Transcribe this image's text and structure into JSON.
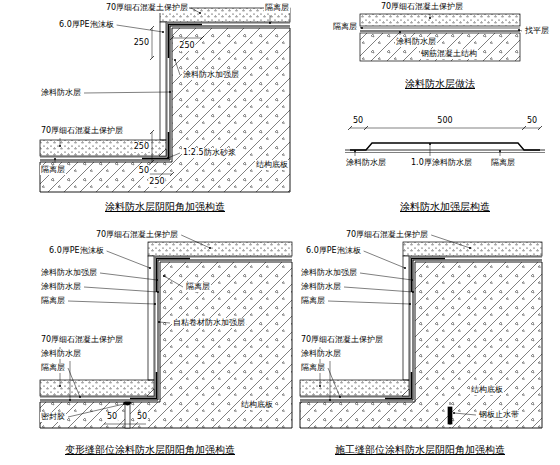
{
  "diagram": {
    "labels": [
      "70厚细石混凝土保护层",
      "6.0厚PE泡沫板",
      "隔离层",
      "250",
      "250",
      "涂料防水层",
      "涂料防水加强层",
      "250",
      "50",
      "1:2.5防水砂浆",
      "250",
      "70厚细石混凝土保护层",
      "隔离层",
      "结构底板",
      "涂料防水层阴阳角加强构造",
      "70厚细石混凝土保护层",
      "隔离层",
      "找平层",
      "涂料防水层",
      "钢筋混凝土结构",
      "涂料防水层做法",
      "50",
      "500",
      "50",
      "涂料防水层",
      "1.0厚涂料防水层",
      "隔离层",
      "涂料防水加强层构造",
      "70厚细石混凝土保护层",
      "6.0厚PE泡沫板",
      "涂料防水加强层",
      "涂料防水层",
      "隔离层",
      "自粘卷材防水加强层",
      "隔离层",
      "70厚细石混凝土保护层",
      "涂料防水层",
      "隔离层",
      "密封胶",
      "50",
      "50",
      "结构底板",
      "变形缝部位涂料防水层阴阳角加强构造",
      "70厚细石混凝土保护层",
      "6.0厚PE泡沫板",
      "涂料防水加强层",
      "涂料防水层",
      "隔离层",
      "70厚细石混凝土保护层",
      "涂料防水层",
      "隔离层",
      "结构底板",
      "钢板止水带",
      "施工缝部位涂料防水层阴阳角加强构造"
    ]
  }
}
